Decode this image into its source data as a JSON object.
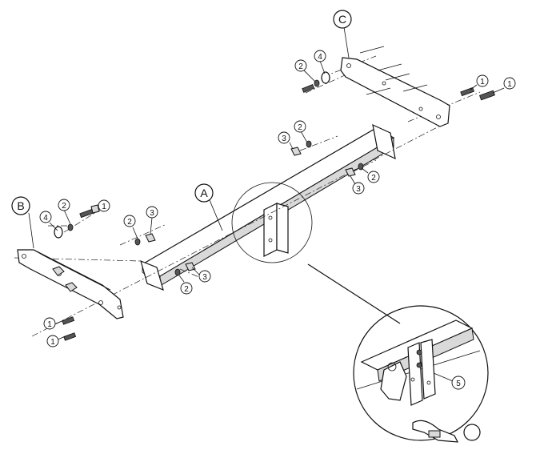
{
  "diagram": {
    "part_labels": {
      "A": "A",
      "B": "B",
      "C": "C"
    },
    "callouts": {
      "one": "1",
      "two": "2",
      "three": "3",
      "four": "4",
      "five": "5"
    }
  }
}
